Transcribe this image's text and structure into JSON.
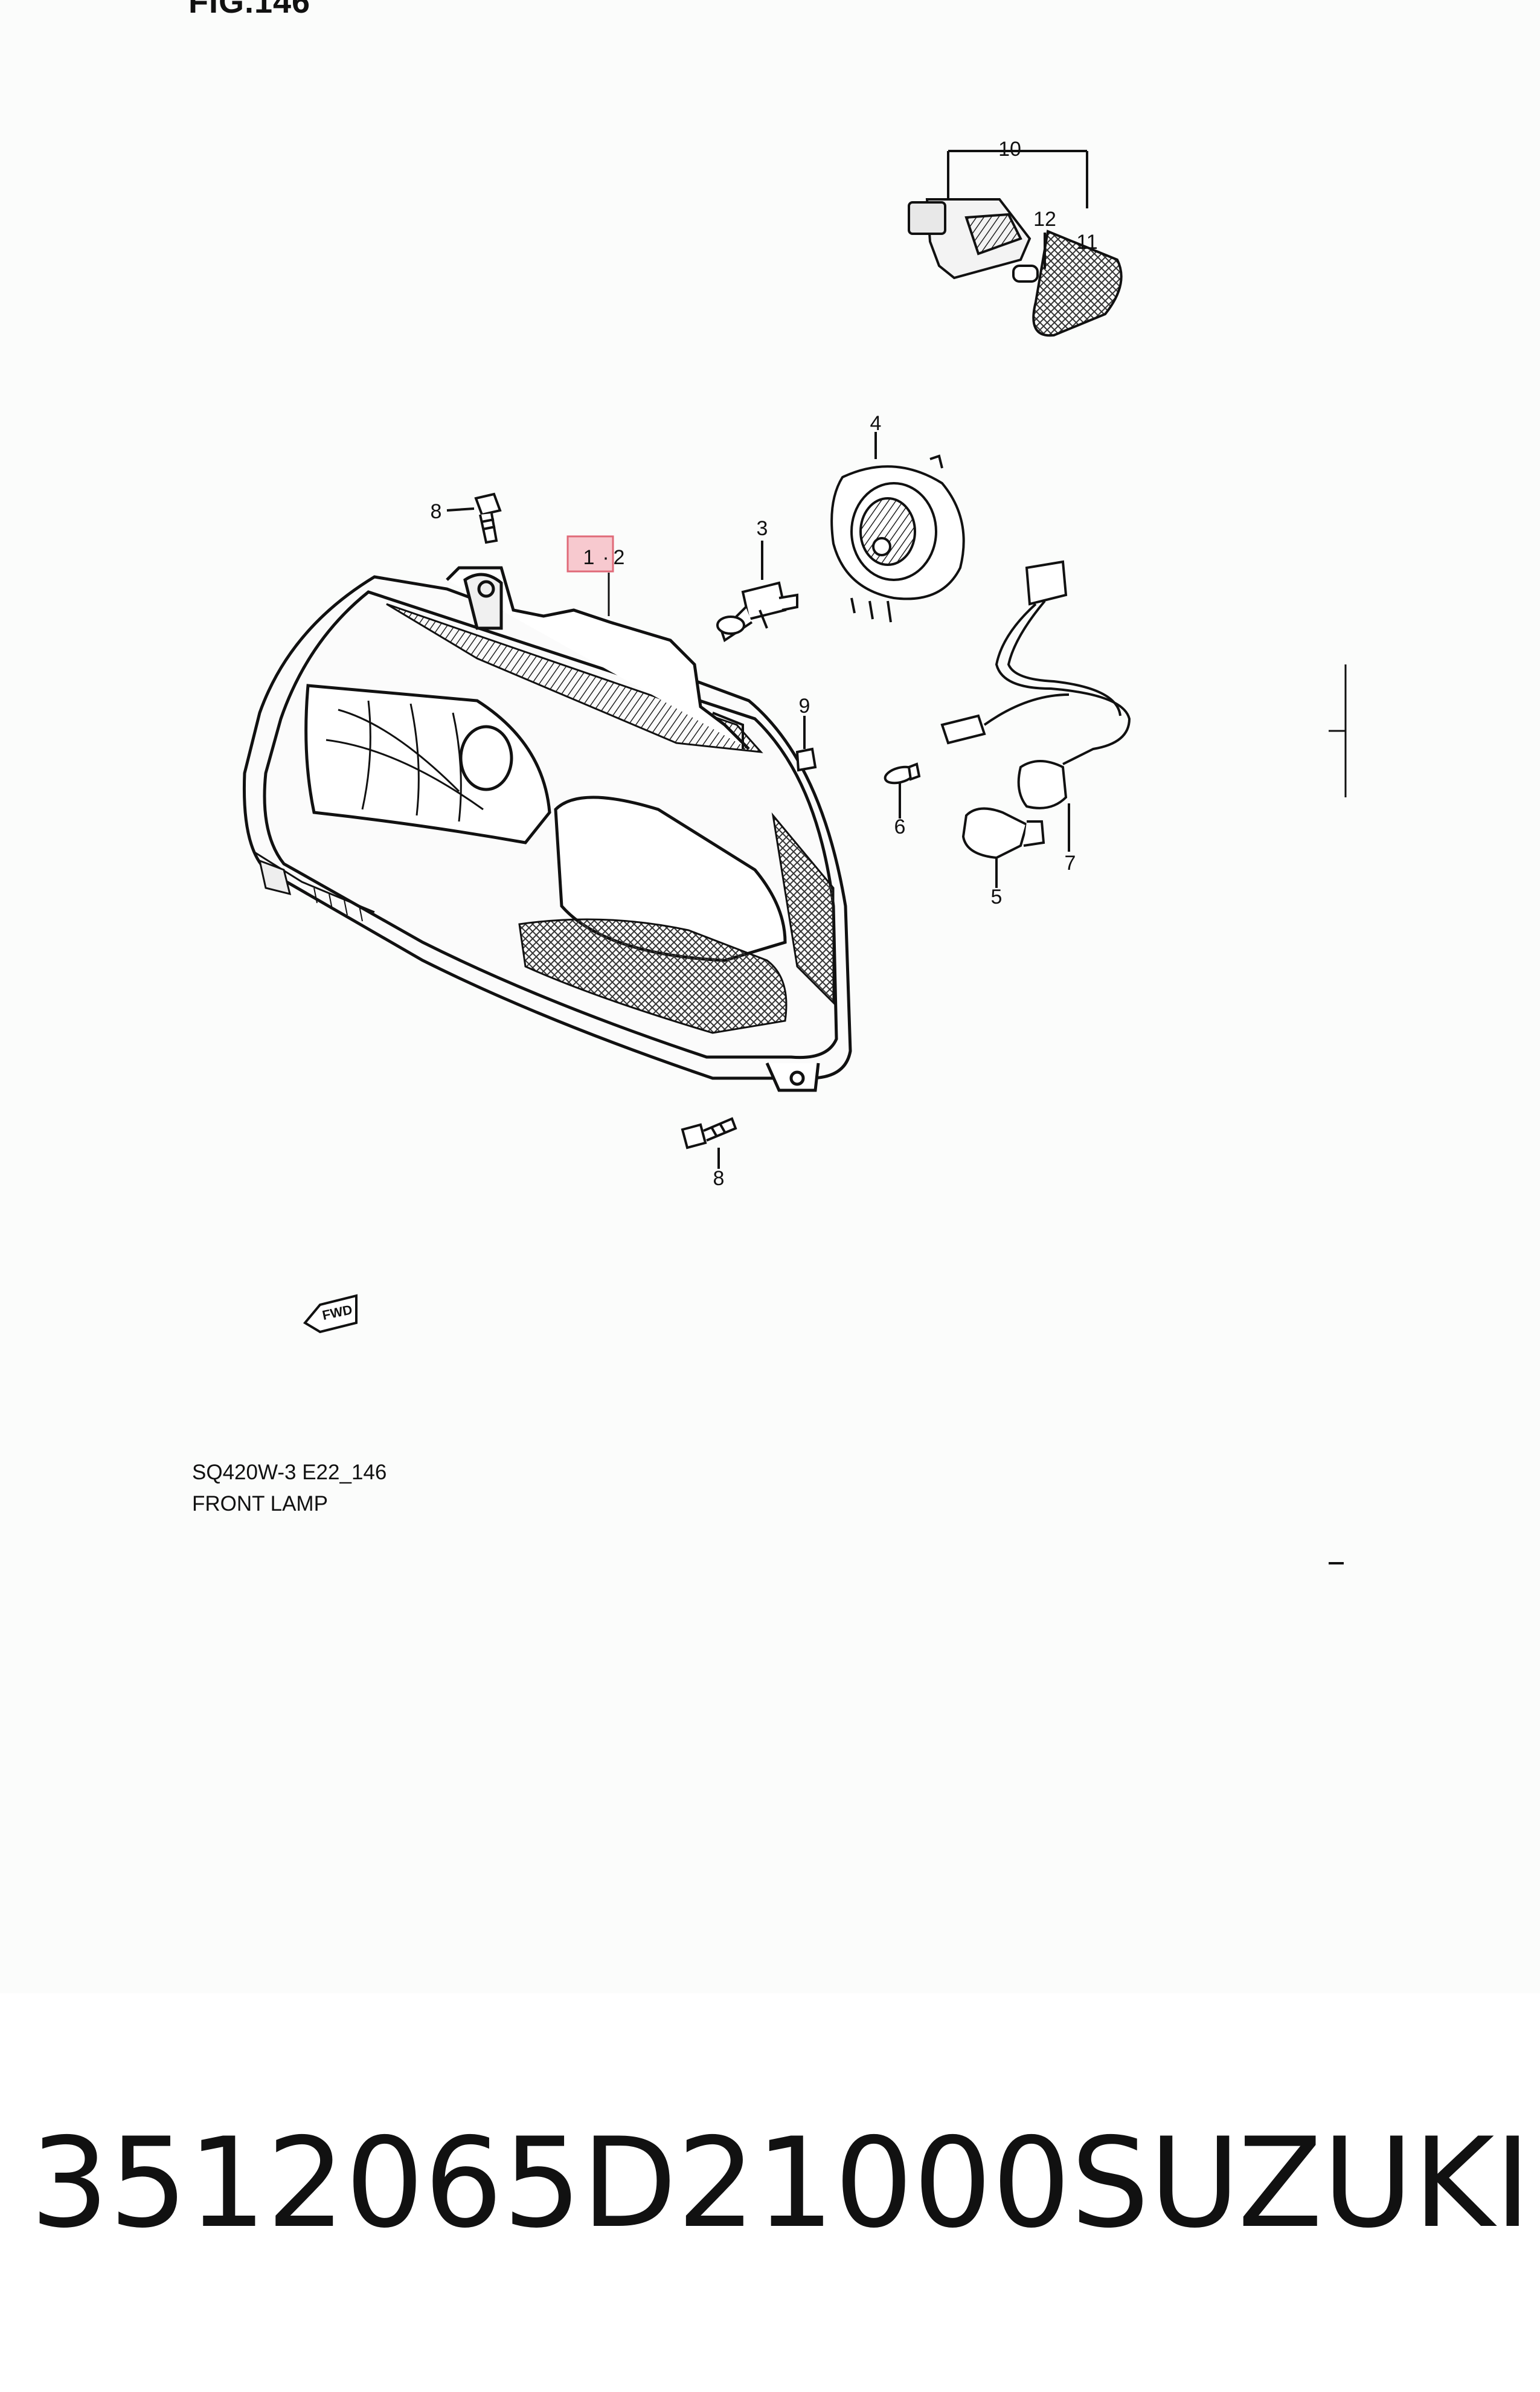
{
  "figure": {
    "title": "FIG.146",
    "model_code": "SQ420W-3 E22_146",
    "section_name": "FRONT LAMP",
    "direction_marker": "FWD"
  },
  "callouts": {
    "item_1": "1",
    "item_2": "2",
    "item_3": "3",
    "item_4": "4",
    "item_5": "5",
    "item_6": "6",
    "item_7": "7",
    "item_8_top": "8",
    "item_8_bottom": "8",
    "item_9": "9",
    "item_10": "10",
    "item_11": "11",
    "item_12": "12"
  },
  "highlight": {
    "color": "#f7c9cf",
    "border": "#e06a78"
  },
  "footer": {
    "part_number": "3512065D21000",
    "brand": "SUZUKI"
  }
}
